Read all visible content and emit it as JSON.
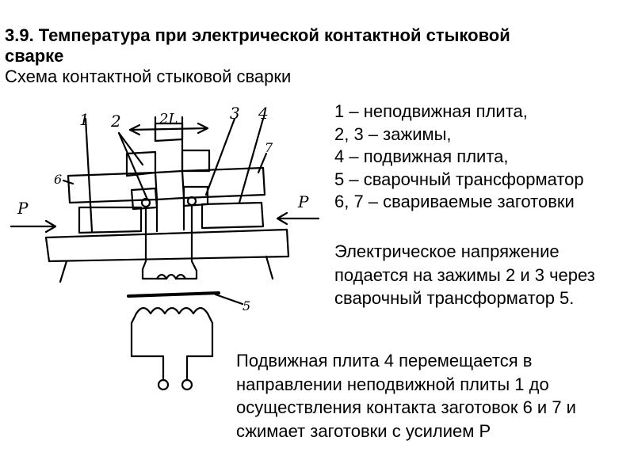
{
  "header": {
    "title": "3.9. Температура при  электрической контактной стыковой  сварке",
    "subtitle": "Схема контактной стыковой сварки"
  },
  "legend": {
    "items": [
      "1 – неподвижная плита,",
      "2, 3 – зажимы,",
      "4 – подвижная плита,",
      "5 – сварочный трансформатор",
      "6, 7 – свариваемые заготовки"
    ]
  },
  "paragraphs": {
    "voltage": "Электрическое напряжение подается на зажимы 2 и 3 через сварочный трансформатор 5.",
    "motion": "Подвижная плита 4 перемещается в направлении неподвижной плиты 1 до осуществления контакта заготовок 6 и 7 и сжимает заготовки с усилием Р"
  },
  "diagram": {
    "labels": {
      "n1": "1",
      "n2": "2",
      "n3": "3",
      "n4": "4",
      "n5": "5",
      "n6": "6",
      "n7": "7",
      "gap": "2L",
      "force_left": "P",
      "force_right": "P"
    }
  }
}
